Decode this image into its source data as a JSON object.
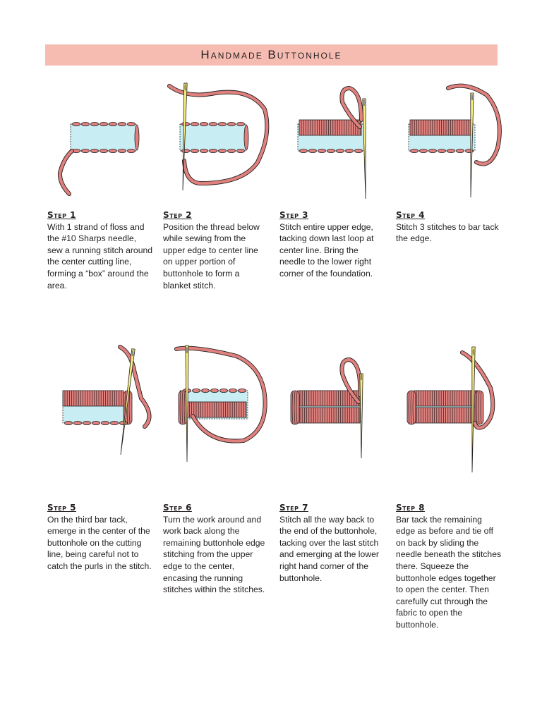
{
  "header": {
    "title": "Handmade Buttonhole"
  },
  "colors": {
    "banner": "#f6bcb2",
    "thread": "#e0817e",
    "outline": "#231f20",
    "fabric": "#c8eef4",
    "needle": "#f7ef7e"
  },
  "steps": [
    {
      "title": "Step 1",
      "text": "With 1 strand of floss and the #10 Sharps needle, sew a running stitch around the center cutting line, forming a “box” around the area."
    },
    {
      "title": "Step 2",
      "text": "Position the thread below while sewing from the upper edge to center line on upper portion of buttonhole to form a blanket stitch."
    },
    {
      "title": "Step 3",
      "text": "Stitch entire upper edge, tacking down last loop at center line. Bring the needle to the lower right corner of the foundation."
    },
    {
      "title": "Step 4",
      "text": "Stitch 3 stitches to bar tack the edge."
    },
    {
      "title": "Step 5",
      "text": "On the third bar tack, emerge in the center of the buttonhole on the cutting line, being careful not to catch the purls in the stitch."
    },
    {
      "title": "Step 6",
      "text": "Turn the work around and work back along the remaining buttonhole edge stitching from the upper edge to the center, encasing the running stitches within the stitches."
    },
    {
      "title": "Step 7",
      "text": "Stitch all the way back to the end of the buttonhole, tacking over the last stitch and emerging at the lower right hand corner of the buttonhole."
    },
    {
      "title": "Step 8",
      "text": "Bar tack the remaining edge as before and tie off on back by sliding the needle beneath the stitches there. Squeeze the buttonhole edges together to open the center. Then carefully cut through the fabric to open the buttonhole."
    }
  ]
}
